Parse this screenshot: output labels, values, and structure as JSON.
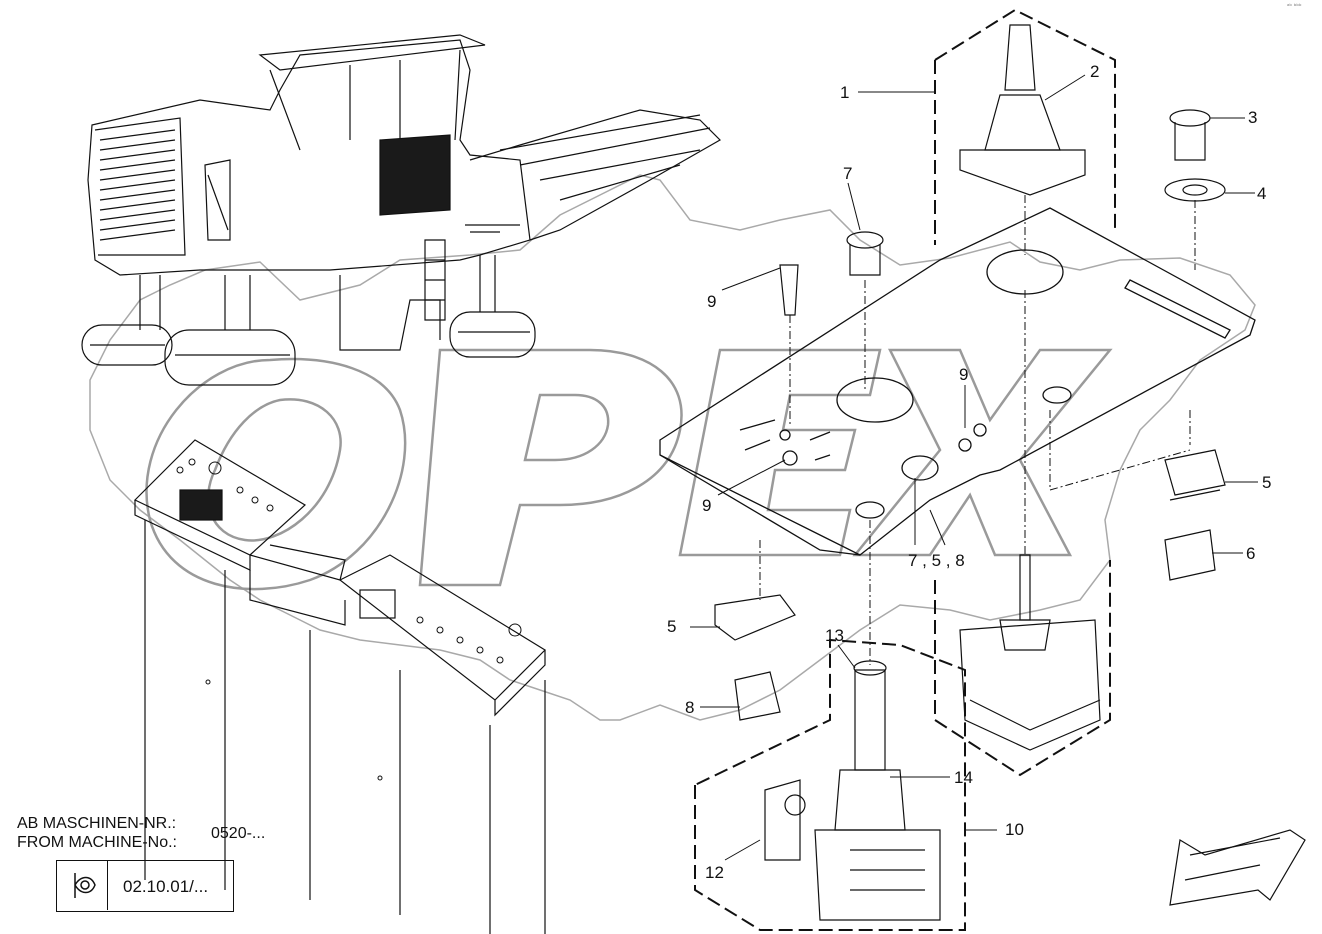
{
  "callouts": [
    {
      "id": "1",
      "text": "1"
    },
    {
      "id": "2",
      "text": "2"
    },
    {
      "id": "3",
      "text": "3"
    },
    {
      "id": "4",
      "text": "4"
    },
    {
      "id": "5a",
      "text": "5"
    },
    {
      "id": "5b",
      "text": "5"
    },
    {
      "id": "6",
      "text": "6"
    },
    {
      "id": "7",
      "text": "7"
    },
    {
      "id": "7b",
      "text": "7 , 5 , 8"
    },
    {
      "id": "8",
      "text": "8"
    },
    {
      "id": "9a",
      "text": "9"
    },
    {
      "id": "9b",
      "text": "9"
    },
    {
      "id": "9c",
      "text": "9"
    },
    {
      "id": "10",
      "text": "10"
    },
    {
      "id": "12",
      "text": "12"
    },
    {
      "id": "13",
      "text": "13"
    },
    {
      "id": "14",
      "text": "14"
    }
  ],
  "footer": {
    "line1": "AB MASCHINEN-NR.:",
    "line2": "FROM MACHINE-No.:",
    "machine_no": "0520-...",
    "ref_number": "02.10.01/..."
  },
  "corner_mark": "ᵃᵇ ᵇᵇᵇ",
  "colors": {
    "line": "#111111",
    "watermark": "#bdbdbd",
    "fill_dark": "#1a1a1a"
  }
}
